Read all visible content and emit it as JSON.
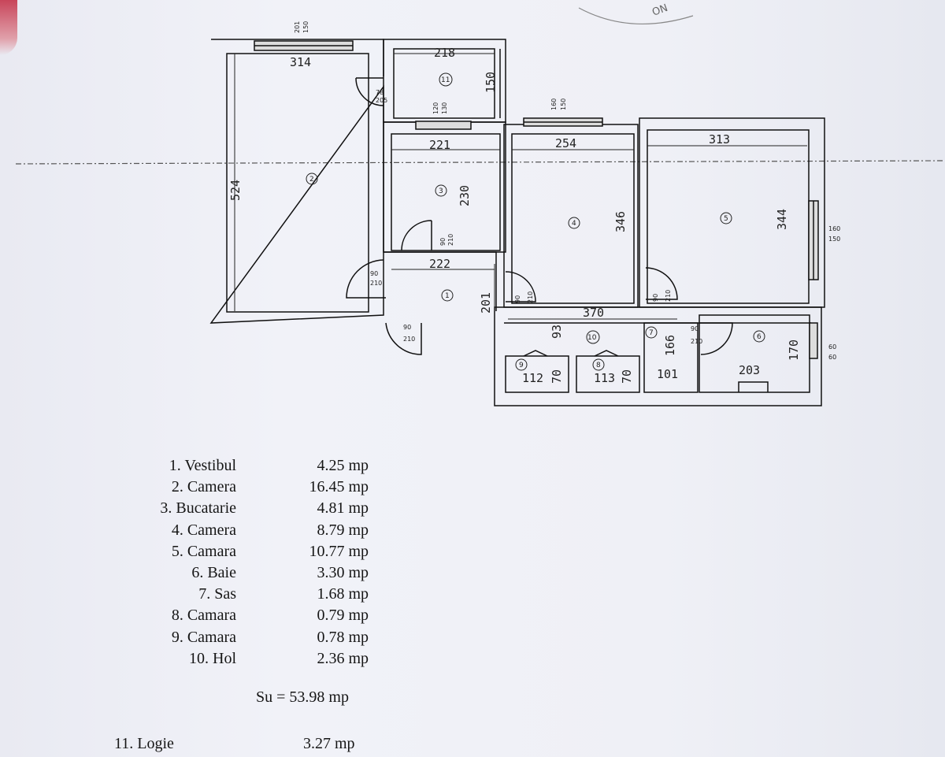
{
  "plan": {
    "dimensions": {
      "d314": "314",
      "d218": "218",
      "d150": "150",
      "d524": "524",
      "d221": "221",
      "d254": "254",
      "d313": "313",
      "d230": "230",
      "d346": "346",
      "d344": "344",
      "d222": "222",
      "d201": "201",
      "d370": "370",
      "d93": "93",
      "d166": "166",
      "d170": "170",
      "d112": "112",
      "d113": "113",
      "d101": "101",
      "d203": "203",
      "d70a": "70",
      "d70b": "70"
    },
    "openings": {
      "w_top_a": "201",
      "w_top_b": "150",
      "w_mid_a": "160",
      "w_mid_b": "150",
      "w_right_a": "160",
      "w_right_b": "150",
      "w_small_a": "60",
      "w_small_b": "60",
      "door_11_a": "78",
      "door_11_b": "205",
      "win_11_a": "120",
      "win_11_b": "130",
      "door_3_a": "90",
      "door_3_b": "210",
      "door_2_a": "90",
      "door_2_b": "210",
      "door_ent_a": "90",
      "door_ent_b": "210",
      "door_4_a": "90",
      "door_4_b": "210",
      "door_5_a": "90",
      "door_5_b": "210",
      "door_6_a": "90",
      "door_6_b": "210"
    },
    "room_numbers": [
      "1",
      "2",
      "3",
      "4",
      "5",
      "6",
      "7",
      "8",
      "9",
      "10",
      "11"
    ]
  },
  "rooms": [
    {
      "num": "1.",
      "name": "Vestibul",
      "area": "4.25 mp"
    },
    {
      "num": "2.",
      "name": "Camera",
      "area": "16.45 mp"
    },
    {
      "num": "3.",
      "name": "Bucatarie",
      "area": "4.81 mp"
    },
    {
      "num": "4.",
      "name": "Camera",
      "area": "8.79 mp"
    },
    {
      "num": "5.",
      "name": "Camara",
      "area": "10.77 mp"
    },
    {
      "num": "6.",
      "name": "Baie",
      "area": "3.30 mp"
    },
    {
      "num": "7.",
      "name": "Sas",
      "area": "1.68 mp"
    },
    {
      "num": "8.",
      "name": "Camara",
      "area": "0.79 mp"
    },
    {
      "num": "9.",
      "name": "Camara",
      "area": "0.78 mp"
    },
    {
      "num": "10.",
      "name": "Hol",
      "area": "2.36 mp"
    }
  ],
  "total": "Su = 53.98 mp",
  "extra": {
    "num": "11.",
    "name": "Logie",
    "area": "3.27 mp"
  }
}
